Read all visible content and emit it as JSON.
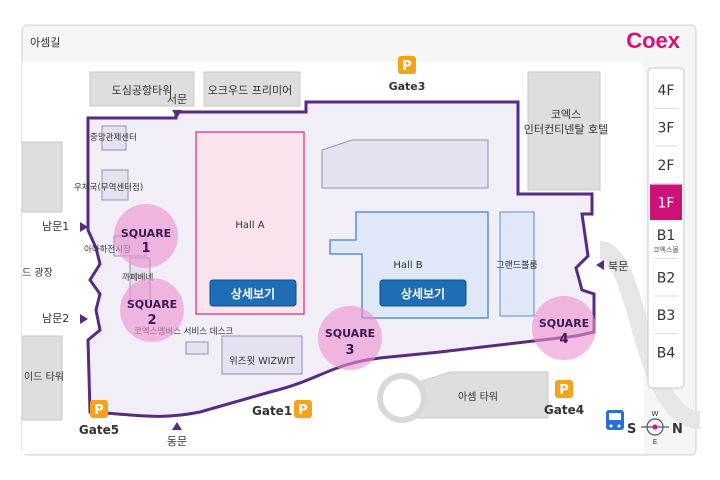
{
  "brand": {
    "name": "Coex",
    "color": "#d6127a"
  },
  "colors": {
    "wall": "#5a2a82",
    "hall_a_fill": "#fbe3ee",
    "hall_a_stroke": "#e14b8f",
    "hall_b_fill": "#dfe8f6",
    "hall_b_stroke": "#5a8ed0",
    "square": "#ef8fcf",
    "button": "#1f6db3",
    "gate": "#f5a31a",
    "floor_active": "#cc1178"
  },
  "streets": {
    "top": "아셈길"
  },
  "buildings": {
    "dosim": "도심공항타워",
    "oakwood": "오크우드 프리미어",
    "coex_hotel_line1": "코엑스",
    "coex_hotel_line2": "인터컨티넨탈 호텔",
    "asem_tower": "아셈 타워",
    "left_plaza": "드 광장",
    "left_tower": "이드 타워"
  },
  "gates": {
    "gate1": "Gate1",
    "gate3": "Gate3",
    "gate4": "Gate4",
    "gate5": "Gate5",
    "icon": "P"
  },
  "entrances": {
    "west": "서문",
    "east": "동문",
    "south1": "남문1",
    "south2": "남문2",
    "north": "북문"
  },
  "halls": {
    "hall_a": "Hall A",
    "hall_b": "Hall B",
    "detail_button": "상세보기"
  },
  "squares": [
    {
      "line1": "SQUARE",
      "line2": "1"
    },
    {
      "line1": "SQUARE",
      "line2": "2"
    },
    {
      "line1": "SQUARE",
      "line2": "3"
    },
    {
      "line1": "SQUARE",
      "line2": "4"
    }
  ],
  "facilities": {
    "control_center": "중앙관제센터",
    "post_office": "우체국(무역센터점)",
    "market": "아마하전시장",
    "kkakdegi": "까페베네",
    "service_desk": "코엑스멤버스 서비스 데스크",
    "wizwit": "위즈윗 WIZWIT",
    "grand_ballroom": "그랜드볼룸"
  },
  "floors": {
    "items": [
      "4F",
      "3F",
      "2F",
      "1F",
      "B1",
      "B2",
      "B3",
      "B4"
    ],
    "active": "1F",
    "b1_sub": "코엑스몰"
  },
  "compass": {
    "south": "S",
    "north": "N",
    "west": "W",
    "east": "E"
  },
  "bus_icon": "bus-icon"
}
